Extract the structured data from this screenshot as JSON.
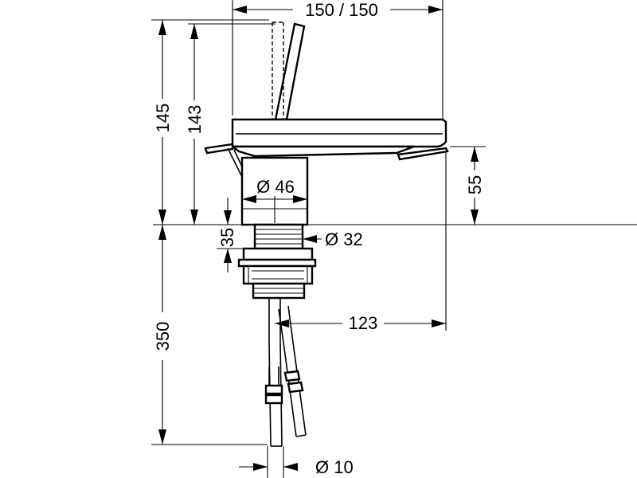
{
  "dimensions": {
    "top_width": "150 / 150",
    "total_height": "145",
    "lever_height": "143",
    "spout_height": "55",
    "body_diameter": "Ø 46",
    "thread_diameter": "Ø 32",
    "thread_length": "35",
    "below_counter": "350",
    "spout_reach": "123",
    "hose_diameter": "Ø 10"
  }
}
